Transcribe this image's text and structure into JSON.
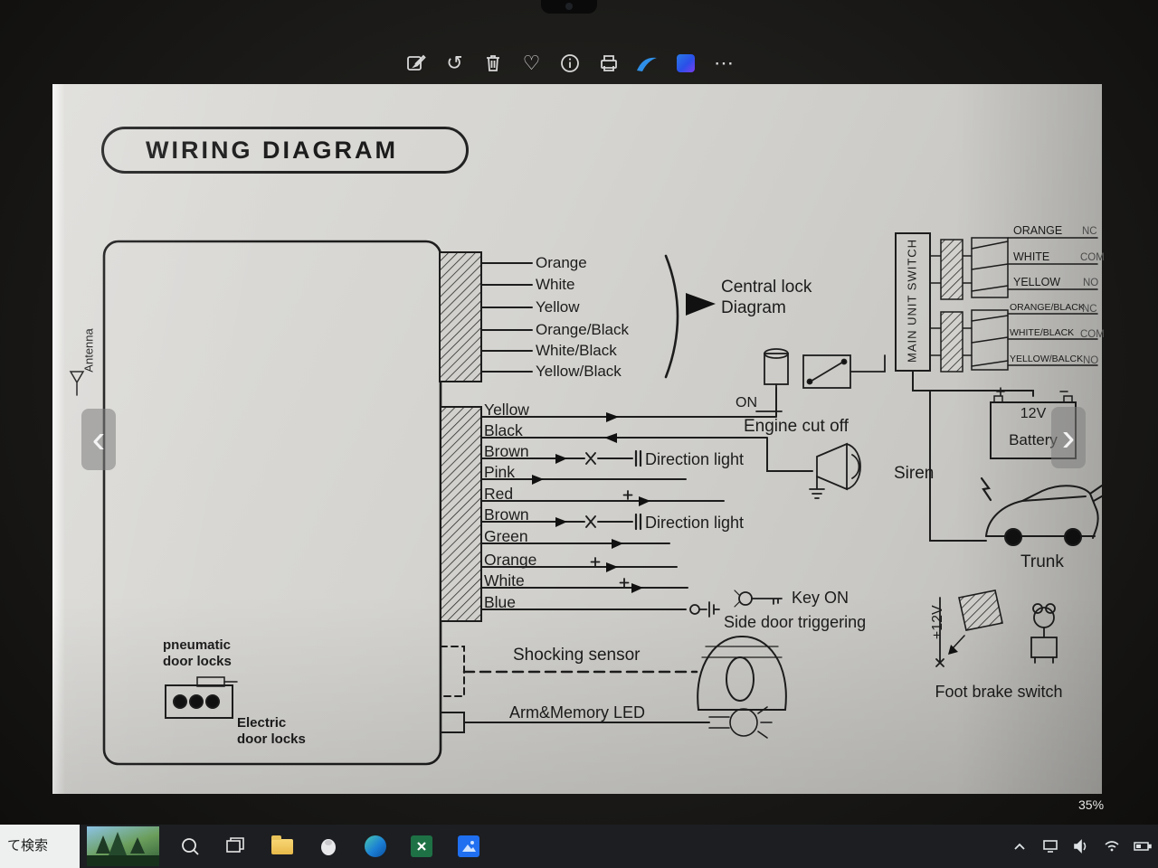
{
  "viewer": {
    "nav_prev": "‹",
    "nav_next": "›",
    "icons": {
      "rotate": "↺",
      "favorite": "♡",
      "more": "⋯"
    }
  },
  "diagram": {
    "title": "WIRING DIAGRAM",
    "antenna": "Antenna",
    "top_wires": [
      "Orange",
      "White",
      "Yellow",
      "Orange/Black",
      "White/Black",
      "Yellow/Black"
    ],
    "central_lock_line1": "Central lock",
    "central_lock_line2": "Diagram",
    "main_unit_switch": "MAIN UNIT SWITCH",
    "relays": [
      {
        "wire": "ORANGE",
        "terminal": "NC"
      },
      {
        "wire": "WHITE",
        "terminal": "COM"
      },
      {
        "wire": "YELLOW",
        "terminal": "NO"
      },
      {
        "wire": "ORANGE/BLACK",
        "terminal": "NC"
      },
      {
        "wire": "WHITE/BLACK",
        "terminal": "COM"
      },
      {
        "wire": "YELLOW/BALCK",
        "terminal": "NO"
      }
    ],
    "mid_wires": [
      "Yellow",
      "Black",
      "Brown",
      "Pink",
      "Red",
      "Brown",
      "Green",
      "Orange",
      "White",
      "Blue"
    ],
    "on_label": "ON",
    "engine_cut_off": "Engine cut off",
    "direction_light": "Direction light",
    "siren": "Siren",
    "battery_line1": "12V",
    "battery_line2": "Battery",
    "trunk": "Trunk",
    "key_on": "Key ON",
    "side_door": "Side door triggering",
    "plus_12v": "+12V",
    "foot_brake": "Foot brake switch",
    "shocking_sensor": "Shocking sensor",
    "arm_memory_led": "Arm&Memory LED",
    "pneumatic_line1": "pneumatic",
    "pneumatic_line2": "door locks",
    "electric_line1": "Electric",
    "electric_line2": "door locks"
  },
  "taskbar": {
    "search_text": "て検索",
    "battery_percent": "35%"
  }
}
